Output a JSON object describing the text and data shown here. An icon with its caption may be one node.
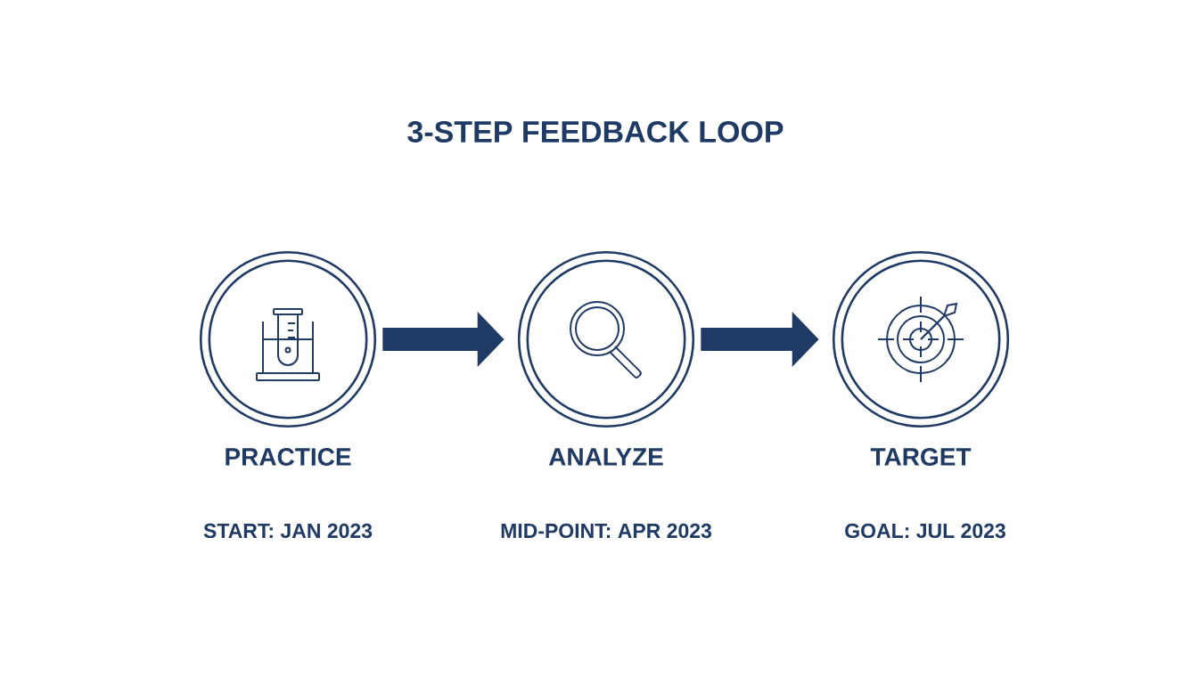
{
  "diagram": {
    "title": "3-STEP FEEDBACK LOOP",
    "nodes": [
      {
        "text": [
          "PRACTICE"
        ]
      },
      {
        "text": [
          "ANALYZE"
        ]
      },
      {
        "text": [
          "TARGET"
        ]
      }
    ],
    "edges": [
      {
        "from": 0,
        "to": 1,
        "arrow": "to"
      },
      {
        "from": 1,
        "to": 2,
        "arrow": "to"
      }
    ],
    "labels": [
      "START: JAN 2023",
      "MID-POINT: APR 2023",
      "GOAL: JUL 2023"
    ]
  }
}
